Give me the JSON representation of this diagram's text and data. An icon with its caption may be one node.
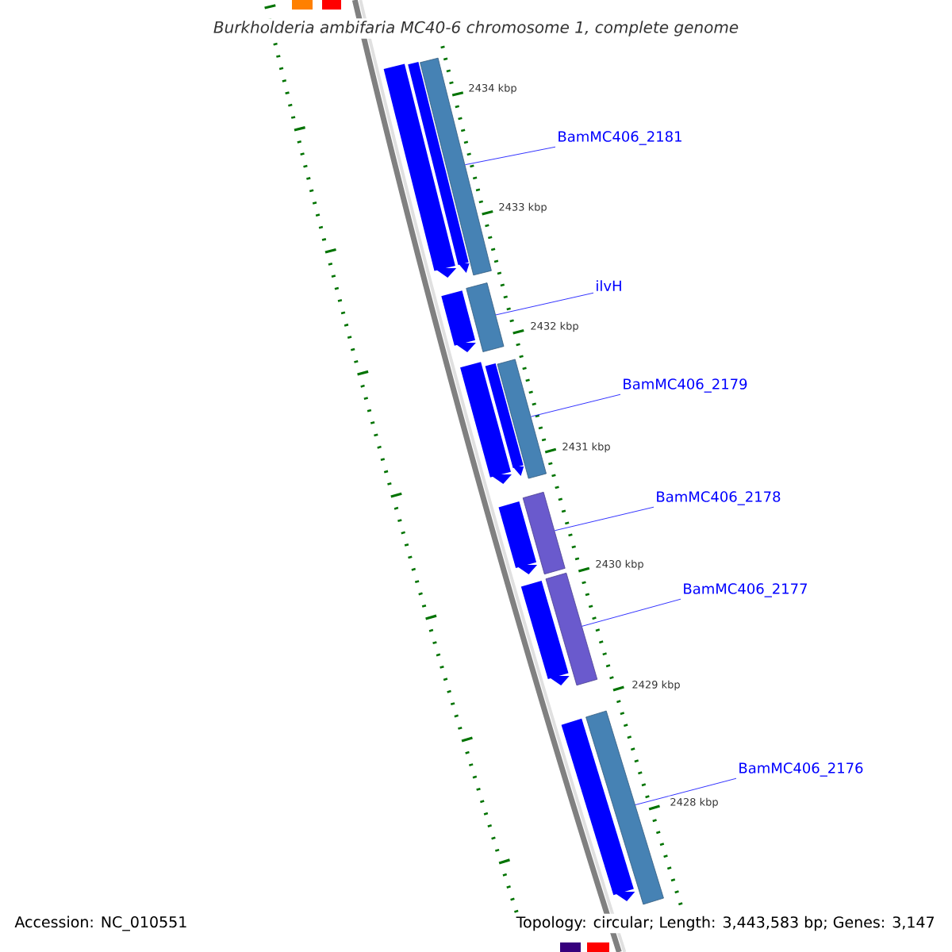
{
  "diagram": {
    "title": "Burkholderia ambifaria MC40-6 chromosome 1, complete genome",
    "nodes": [
      {
        "text": [
          "BamMC406_2181"
        ]
      },
      {
        "text": [
          "ilvH"
        ]
      },
      {
        "text": [
          "BamMC406_2179"
        ]
      },
      {
        "text": [
          "BamMC406_2178"
        ]
      },
      {
        "text": [
          "BamMC406_2177"
        ]
      },
      {
        "text": [
          "BamMC406_2176"
        ]
      },
      {
        "text": [],
        "shape": "bar"
      },
      {
        "text": [],
        "shape": "bar"
      },
      {
        "text": [],
        "shape": "bar"
      },
      {
        "text": [],
        "shape": "bar"
      },
      {
        "text": [],
        "shape": "bar"
      },
      {
        "text": [],
        "shape": "bar"
      },
      {
        "text": [],
        "shape": "arrow"
      },
      {
        "text": [],
        "shape": "arrow"
      },
      {
        "text": [],
        "shape": "arrow"
      },
      {
        "text": [],
        "shape": "arrow"
      },
      {
        "text": [],
        "shape": "arrow"
      },
      {
        "text": [],
        "shape": "arrow"
      },
      {
        "text": [],
        "shape": "arrow"
      },
      {
        "text": [],
        "shape": "arrow"
      }
    ],
    "edges": [
      {
        "from": 0,
        "to": 6,
        "arrow": "none"
      },
      {
        "from": 1,
        "to": 7,
        "arrow": "none"
      },
      {
        "from": 2,
        "to": 8,
        "arrow": "none"
      },
      {
        "from": 3,
        "to": 9,
        "arrow": "none"
      },
      {
        "from": 4,
        "to": 10,
        "arrow": "none"
      },
      {
        "from": 5,
        "to": 11,
        "arrow": "none"
      }
    ],
    "labels": [
      "2434 kbp",
      "2433 kbp",
      "2432 kbp",
      "2431 kbp",
      "2430 kbp",
      "2429 kbp",
      "2428 kbp",
      "Accession: NC_010551",
      "Topology: circular; Length: 3,443,583 bp; Genes: 3,147"
    ]
  }
}
